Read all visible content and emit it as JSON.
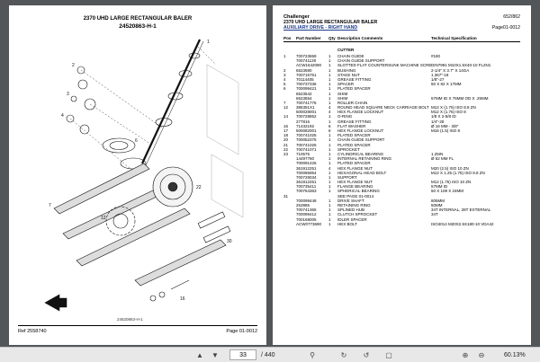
{
  "left_page": {
    "title": "2370 UHD LARGE RECTANGULAR BALER",
    "diagram_code": "24520863-H-1",
    "diagram_code_small": "24520863-H-1",
    "ref": "Ref",
    "ref_number": "2558740",
    "page_label": "Page",
    "page_number": "01-0012"
  },
  "right_page": {
    "brand": "Challenger",
    "doc_ref": "652/862",
    "model": "2370 UHD LARGE RECTANGULAR BALER",
    "section": "AUXILIARY DRIVE - RIGHT HAND",
    "page_ref": "Page01-0012",
    "columns": [
      "Pos",
      "Part Number",
      "Qty",
      "Description Comments",
      "Technical Specification"
    ],
    "group": "CUTTER",
    "rows": [
      [
        "1",
        "700723659",
        "1",
        "CHAIN GUIDE",
        "#180"
      ],
      [
        "",
        "700741130",
        "1",
        "CHAIN GUIDE SUPPORT",
        ""
      ],
      [
        "",
        "ACW1642090",
        "1",
        "SLOTTED FLAT COUNTERSUNK MACHINE SCREW",
        "DIN7991 M10X1.5X40-10 FL2N1"
      ],
      [
        "2",
        "6523590",
        "1",
        "BUSHING",
        "2-1/4\" X 3.7\" X 14GA"
      ],
      [
        "3",
        "700715751",
        "1",
        "STAKE NUT",
        "1.367\"-18"
      ],
      [
        "4",
        "70114405",
        "1",
        "GREASE FITTING",
        "1/8\"-27"
      ],
      [
        "5",
        "700737336",
        "1",
        "SPACER",
        "50 X 82 X 17MM"
      ],
      [
        "6",
        "700099421",
        "1",
        "PLATED SPACER",
        ""
      ],
      [
        "",
        "6523542",
        "1",
        "SHIM",
        ""
      ],
      [
        "",
        "6523554",
        "1",
        "SHIM",
        "57MM ID X 76MM OD X .25MM"
      ],
      [
        "7",
        "700741776",
        "1",
        "ROLLER CHAIN",
        ""
      ],
      [
        "12",
        "385351X1",
        "4",
        "ROUND HEAD SQUARE NECK CARRIAGE BOLT",
        "M12 X (1.75) ISO 8.8 ZN"
      ],
      [
        "",
        "500028001",
        "4",
        "HEX FLANGE LOCKNUT",
        "M12 X (1.75) ISO 8"
      ],
      [
        "14",
        "700728852",
        "1",
        "O-RING",
        "1/8 X 2-5/8 ID"
      ],
      [
        "",
        "277816",
        "1",
        "GREASE FITTING",
        "1/4\"-28"
      ],
      [
        "16",
        "71432192",
        "6",
        "FLAT WASHER",
        "Ø 16 MM - 3/8\""
      ],
      [
        "17",
        "500082001",
        "6",
        "HEX FLANGE LOCKNUT",
        "M16 (1.5) ISO 8"
      ],
      [
        "18",
        "700741025",
        "1",
        "PLATED SPACER",
        ""
      ],
      [
        "20",
        "700052375",
        "1",
        "CHAIN GUIDE SUPPORT",
        ""
      ],
      [
        "21",
        "700741025",
        "1",
        "PLATED SPACER",
        ""
      ],
      [
        "22",
        "700741071",
        "1",
        "SPROCKET",
        ""
      ],
      [
        "23",
        "710575",
        "1",
        "CYLINDRICAL BEARING",
        "1.25IN"
      ],
      [
        "",
        "14497760",
        "1",
        "INTERNAL RETAINING RING",
        "Ø 62 MM FL"
      ],
      [
        "",
        "700091426",
        "1",
        "PLATED SPACER",
        ""
      ],
      [
        "",
        "361912251",
        "4",
        "HEX FLANGE NUT",
        "M20 (2.5) ISO 10 ZN"
      ],
      [
        "",
        "700085954",
        "1",
        "HEXAGONAL HEAD BOLT",
        "M12 X 1.25 (1.75) ISO 8.8 ZN"
      ],
      [
        "",
        "700729034",
        "1",
        "SUPPORT",
        ""
      ],
      [
        "",
        "361912251",
        "1",
        "HEX FLANGE NUT",
        "M12 (1.75) ISO 10 ZN"
      ],
      [
        "",
        "700735411",
        "1",
        "FLANGE BEARING",
        "57MM ID"
      ],
      [
        "",
        "700764363",
        "1",
        "SPHERICAL BEARING",
        "50 X 108 X 24MM"
      ],
      [
        "31",
        "",
        "",
        "SEE PAGE 01-0014",
        ""
      ],
      [
        "",
        "700099448",
        "1",
        "DRIVE SHAFT",
        "805MM"
      ],
      [
        "",
        "253985",
        "1",
        "RETAINING RING",
        "50MM"
      ],
      [
        "",
        "700741365",
        "1",
        "SPLINED HUB",
        "34T INTERNAL, 28T EXTERNAL"
      ],
      [
        "",
        "700099412",
        "1",
        "CLUTCH SPROCKET",
        "34T"
      ],
      [
        "",
        "700168005",
        "1",
        "IDLER SPACER",
        ""
      ],
      [
        "",
        "ACW0773690",
        "1",
        "HEX BOLT",
        "ISO4014 M20X2.5X180-10 VDA42"
      ]
    ]
  },
  "toolbar": {
    "current_page": "33",
    "total_pages": "/ 440",
    "zoom": "60.13%",
    "icons": [
      "chevron-up-icon",
      "chevron-down-icon",
      "search-icon",
      "rotate-icon",
      "refresh-icon",
      "fit-page-icon",
      "zoom-in-icon",
      "zoom-out-icon"
    ]
  }
}
